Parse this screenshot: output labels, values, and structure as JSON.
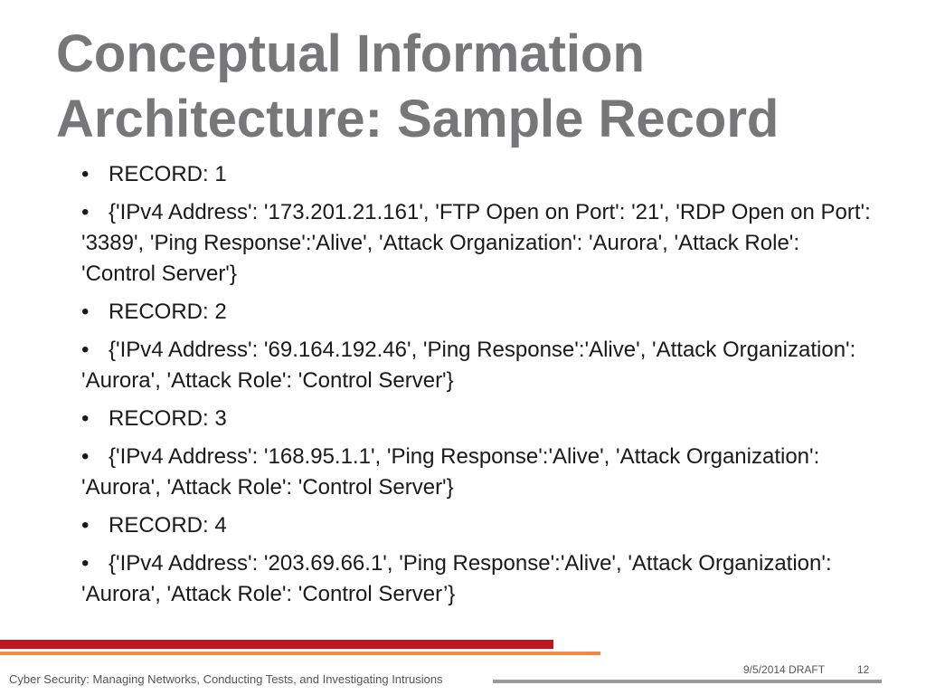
{
  "title": {
    "line1": "Conceptual Information",
    "line2": "Architecture: Sample Record"
  },
  "bullets": [
    {
      "text": "RECORD: 1"
    },
    {
      "text": "{'IPv4 Address': '173.201.21.161', 'FTP Open on Port': '21', 'RDP Open on Port': '3389', 'Ping Response':'Alive', 'Attack Organization': 'Aurora', 'Attack Role': 'Control Server'}"
    },
    {
      "text": "RECORD: 2"
    },
    {
      "text": "{'IPv4 Address': '69.164.192.46', 'Ping Response':'Alive', 'Attack Organization': 'Aurora', 'Attack Role': 'Control Server'}"
    },
    {
      "text": "RECORD: 3"
    },
    {
      "text": "{'IPv4 Address': '168.95.1.1', 'Ping Response':'Alive', 'Attack Organization': 'Aurora', 'Attack Role': 'Control Server'}"
    },
    {
      "text": "RECORD: 4"
    },
    {
      "text": "{'IPv4 Address': '203.69.66.1', 'Ping Response':'Alive', 'Attack Organization': 'Aurora', 'Attack Role': 'Control Server’}"
    }
  ],
  "bullet_symbol": "•",
  "footer": {
    "text": "Cyber Security: Managing Networks, Conducting Tests, and Investigating Intrusions",
    "date": "9/5/2014 DRAFT",
    "page": "12"
  },
  "colors": {
    "title": "#777779",
    "bar_red": "#c0171f",
    "bar_orange": "#f08a3c",
    "bar_gray": "#9b9b9b"
  }
}
